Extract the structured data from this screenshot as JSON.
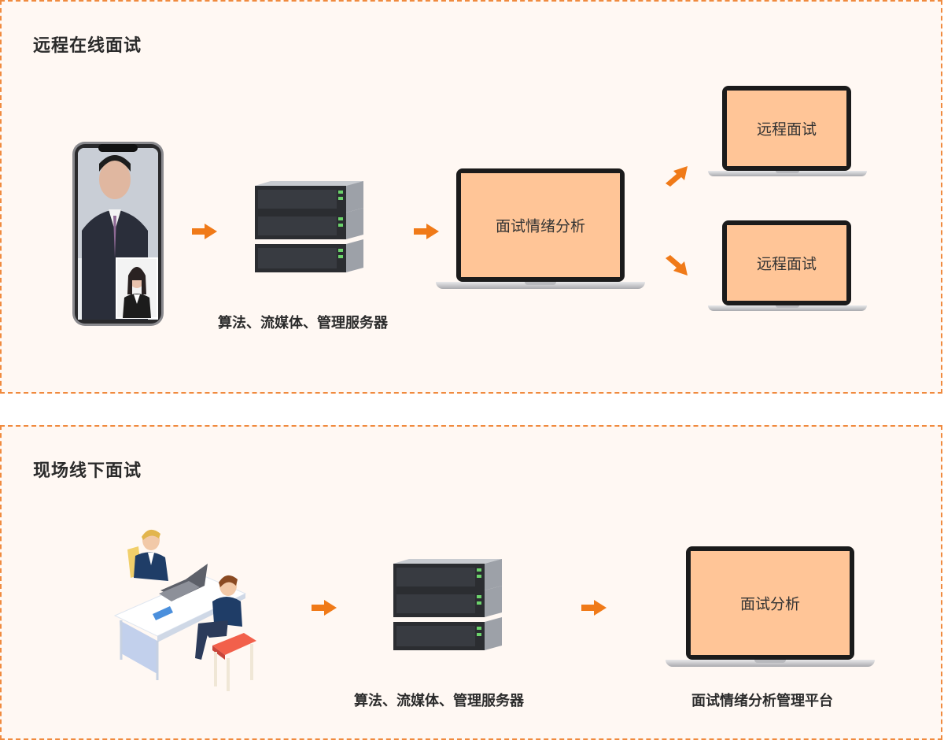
{
  "remote": {
    "title": "远程在线面试",
    "server_caption": "算法、流媒体、管理服务器",
    "main_laptop_label": "面试情绪分析",
    "remote_laptop_1_label": "远程面试",
    "remote_laptop_2_label": "远程面试"
  },
  "onsite": {
    "title": "现场线下面试",
    "server_caption": "算法、流媒体、管理服务器",
    "laptop_label": "面试分析",
    "platform_caption": "面试情绪分析管理平台"
  },
  "colors": {
    "accent_orange": "#f07a18",
    "border_orange": "#f08a3e",
    "screen_peach": "#ffc597",
    "panel_bg": "#fff8f3"
  }
}
